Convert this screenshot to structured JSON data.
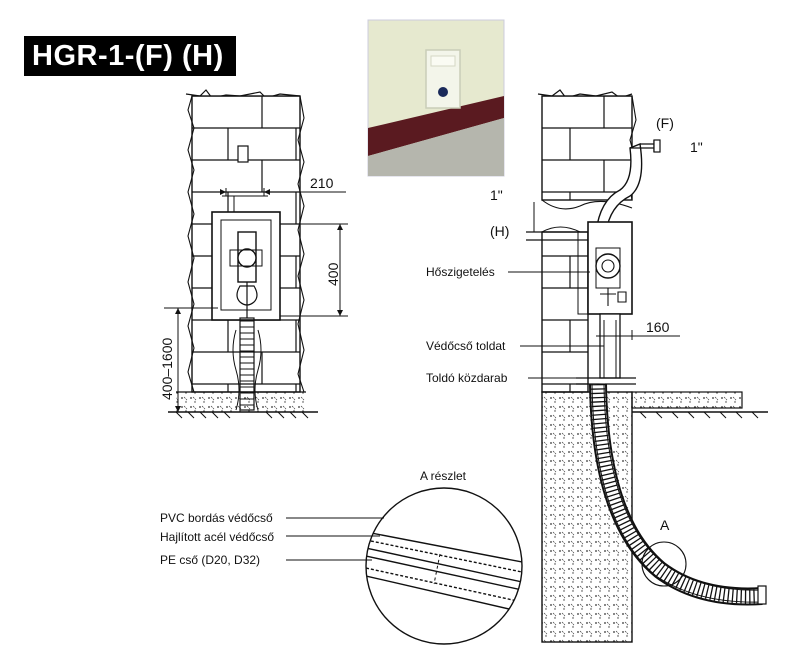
{
  "title": "HGR-1-(F) (H)",
  "dimensions": {
    "width_top": "210",
    "box_height": "400",
    "install_height": "400–1600",
    "width_right": "160"
  },
  "labels": {
    "f": "(F)",
    "h": "(H)",
    "f_size": "1\"",
    "h_size": "1\"",
    "insulation": "Hőszigetelés",
    "sleeve_ext": "Védőcső toldat",
    "connector": "Toldó közdarab",
    "detail_mark": "A",
    "detail_title": "A részlet",
    "pvc": "PVC bordás védőcső",
    "steel": "Hajlított acél védőcső",
    "pe": "PE cső (D20, D32)"
  },
  "colors": {
    "line": "#111111",
    "title_bg": "#000000",
    "photo_wall": "#e6e9cf",
    "photo_plinth": "#5a1a20",
    "photo_ground": "#b5b6ad"
  }
}
